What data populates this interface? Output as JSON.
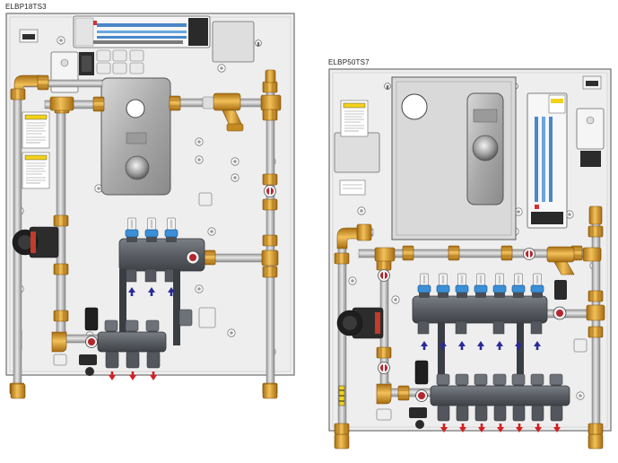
{
  "panels": [
    {
      "label": "ELBP18TS3",
      "outlet_count": 3
    },
    {
      "label": "ELBP50TS7",
      "outlet_count": 7
    }
  ],
  "colors": {
    "board": "#eeeeee",
    "board_edge": "#6f6f6f",
    "pipe_silver": "#cfcfcf",
    "brass": "#d79a2c",
    "manifold": "#5d6167",
    "flowmeter_cap": "#3a8fd6",
    "supply_arrow": "#2a2a9a",
    "return_arrow": "#d42020",
    "pump": "#2c2c2c",
    "valve_red": "#b3262d"
  },
  "icons": [
    "pump-icon",
    "flow-meter-icon",
    "strainer-icon",
    "mixing-valve-icon",
    "drain-valve-icon",
    "supply-arrow-icon",
    "return-arrow-icon",
    "controller-icon"
  ]
}
